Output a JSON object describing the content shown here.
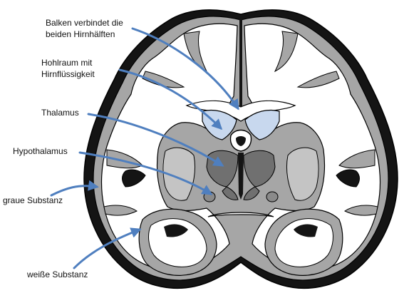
{
  "labels": {
    "corpus_callosum": {
      "line1": "Balken verbindet die",
      "line2": "beiden Hirnhälften"
    },
    "ventricle": {
      "line1": "Hohlraum mit",
      "line2": "Hirnflüssigkeit"
    },
    "thalamus": "Thalamus",
    "hypothalamus": "Hypothalamus",
    "grey_matter": "graue Substanz",
    "white_matter": "weiße Substanz"
  },
  "colors": {
    "arrow": "#4f7fbf",
    "grey_matter": "#a6a6a6",
    "white_matter": "#ffffff",
    "outer_dark": "#141414",
    "ventricle": "#c8d8ee",
    "thalamus": "#707070",
    "outline": "#000000"
  }
}
